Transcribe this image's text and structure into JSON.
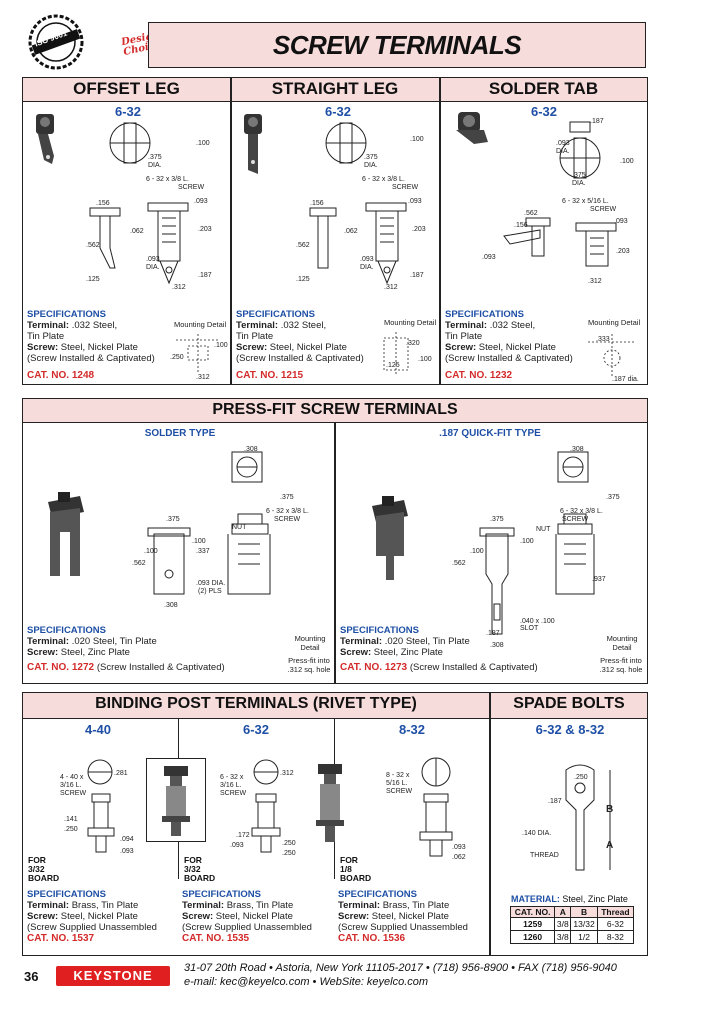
{
  "brand": {
    "seal_text": "ISO 9001",
    "designers_choice": "Designers' Choice",
    "logo_text": "KEYSTONE",
    "page_number": "36"
  },
  "title": "SCREW TERMINALS",
  "colors": {
    "accent_pink": "#f7dcdc",
    "blue": "#1e4fa5",
    "red": "#d32a2a",
    "logo_red": "#e02020"
  },
  "top_sections": [
    {
      "header": "OFFSET LEG",
      "size": "6-32",
      "dims": [
        ".100",
        ".375",
        "DIA.",
        "6 - 32 x 3/8 L.",
        "SCREW",
        ".156",
        ".093",
        ".062",
        ".203",
        ".562",
        ".093",
        "DIA.",
        ".125",
        ".187",
        ".312"
      ],
      "specs": {
        "title": "SPECIFICATIONS",
        "terminal_label": "Terminal:",
        "terminal": ".032 Steel,",
        "terminal2": "Tin Plate",
        "screw_label": "Screw:",
        "screw": "Steel, Nickel Plate",
        "note": "(Screw Installed & Captivated)"
      },
      "mounting_detail": "Mounting Detail",
      "mount_dims": [
        ".250",
        ".100",
        ".312"
      ],
      "cat_label": "CAT. NO.",
      "cat_no": "1248"
    },
    {
      "header": "STRAIGHT LEG",
      "size": "6-32",
      "dims": [
        ".100",
        ".375",
        "DIA.",
        "6 - 32 x 3/8 L.",
        "SCREW",
        ".156",
        ".093",
        ".062",
        ".203",
        ".562",
        ".093",
        "DIA.",
        ".125",
        ".187",
        ".312"
      ],
      "specs": {
        "title": "SPECIFICATIONS",
        "terminal_label": "Terminal:",
        "terminal": ".032 Steel,",
        "terminal2": "Tin Plate",
        "screw_label": "Screw:",
        "screw": "Steel, Nickel Plate",
        "note": "(Screw Installed & Captivated)"
      },
      "mounting_detail": "Mounting Detail",
      "mount_dims": [
        ".320",
        ".125",
        ".100"
      ],
      "cat_label": "CAT. NO.",
      "cat_no": "1215"
    },
    {
      "header": "SOLDER TAB",
      "size": "6-32",
      "dims": [
        ".187",
        ".093",
        "DIA.",
        ".100",
        ".375",
        "DIA.",
        "6 - 32 x 5/16 L.",
        "SCREW",
        ".562",
        ".156",
        ".093",
        ".093",
        ".203",
        ".312"
      ],
      "specs": {
        "title": "SPECIFICATIONS",
        "terminal_label": "Terminal:",
        "terminal": ".032 Steel,",
        "terminal2": "Tin Plate",
        "screw_label": "Screw:",
        "screw": "Steel, Nickel Plate",
        "note": "(Screw Installed & Captivated)"
      },
      "mounting_detail": "Mounting Detail",
      "mount_dims": [
        ".333",
        ".187 dia."
      ],
      "cat_label": "CAT. NO.",
      "cat_no": "1232"
    }
  ],
  "press_fit": {
    "header": "PRESS-FIT SCREW TERMINALS",
    "left": {
      "sub": "SOLDER TYPE",
      "dims": [
        ".308",
        ".375",
        "6 - 32 x 3/8 L.",
        "SCREW",
        "NUT",
        ".375",
        ".100",
        ".100",
        ".337",
        ".562",
        ".093 DIA.",
        "(2) PLS",
        ".308"
      ],
      "specs": {
        "title": "SPECIFICATIONS",
        "terminal_label": "Terminal:",
        "terminal": ".020 Steel, Tin Plate",
        "screw_label": "Screw:",
        "screw": "Steel, Zinc Plate"
      },
      "cat_label": "CAT. NO.",
      "cat_no": "1272",
      "cat_note": "(Screw Installed & Captivated)",
      "mounting_detail": "Mounting Detail",
      "press_note": "Press-fit into .312 sq. hole"
    },
    "right": {
      "sub": ".187 QUICK-FIT TYPE",
      "dims": [
        ".308",
        ".375",
        "6 - 32 x 3/8 L.",
        "SCREW",
        "NUT",
        ".375",
        ".100",
        ".100",
        ".562",
        ".937",
        ".040 x .100 SLOT",
        ".187",
        ".308"
      ],
      "specs": {
        "title": "SPECIFICATIONS",
        "terminal_label": "Terminal:",
        "terminal": ".020 Steel, Tin Plate",
        "screw_label": "Screw:",
        "screw": "Steel, Zinc Plate"
      },
      "cat_label": "CAT. NO.",
      "cat_no": "1273",
      "cat_note": "(Screw Installed & Captivated)",
      "mounting_detail": "Mounting Detail",
      "press_note": "Press-fit into .312 sq. hole"
    }
  },
  "binding_post": {
    "header": "BINDING POST TERMINALS (RIVET TYPE)",
    "items": [
      {
        "size": "4-40",
        "for_label": "FOR",
        "board": "3/32 BOARD",
        "dims": [
          "4 - 40 x",
          "3/16 L.",
          "SCREW",
          ".281",
          ".141",
          ".250",
          ".094",
          ".093"
        ],
        "specs": {
          "title": "SPECIFICATIONS",
          "terminal_label": "Terminal:",
          "terminal": "Brass, Tin Plate",
          "screw_label": "Screw:",
          "screw": "Steel, Nickel Plate",
          "note": "(Screw Supplied Unassembled"
        },
        "cat_label": "CAT. NO.",
        "cat_no": "1537"
      },
      {
        "size": "6-32",
        "for_label": "FOR",
        "board": "3/32 BOARD",
        "dims": [
          "6 - 32 x",
          "3/16 L.",
          "SCREW",
          ".312",
          ".172",
          ".093",
          ".250",
          ".250"
        ],
        "specs": {
          "title": "SPECIFICATIONS",
          "terminal_label": "Terminal:",
          "terminal": "Brass, Tin Plate",
          "screw_label": "Screw:",
          "screw": "Steel, Nickel Plate",
          "note": "(Screw Supplied Unassembled"
        },
        "cat_label": "CAT. NO.",
        "cat_no": "1535"
      },
      {
        "size": "8-32",
        "for_label": "FOR",
        "board": "1/8 BOARD",
        "dims": [
          "8 - 32 x",
          "5/16 L.",
          "SCREW",
          ".093",
          ".062"
        ],
        "specs": {
          "title": "SPECIFICATIONS",
          "terminal_label": "Terminal:",
          "terminal": "Brass, Tin Plate",
          "screw_label": "Screw:",
          "screw": "Steel, Nickel Plate",
          "note": "(Screw Supplied Unassembled"
        },
        "cat_label": "CAT. NO.",
        "cat_no": "1536"
      }
    ]
  },
  "spade": {
    "header": "SPADE BOLTS",
    "size": "6-32 & 8-32",
    "dims": [
      ".250",
      ".187",
      "B",
      ".140 DIA.",
      "THREAD",
      "A"
    ],
    "material_label": "MATERIAL:",
    "material": "Steel, Zinc Plate",
    "table": {
      "headers": [
        "CAT. NO.",
        "A",
        "B",
        "Thread"
      ],
      "rows": [
        [
          "1259",
          "3/8",
          "13/32",
          "6-32"
        ],
        [
          "1260",
          "3/8",
          "1/2",
          "8-32"
        ]
      ]
    }
  },
  "footer": {
    "line1": "31-07 20th Road • Astoria, New York 11105-2017 • (718) 956-8900 • FAX (718) 956-9040",
    "line2": "e-mail: kec@keyelco.com • WebSite: keyelco.com"
  }
}
